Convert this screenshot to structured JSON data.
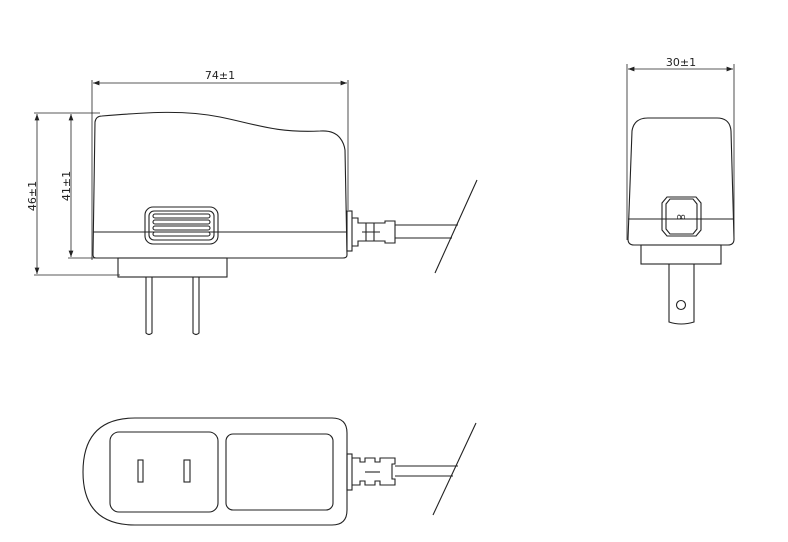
{
  "side_view": {
    "width_dim": "74±1",
    "height_dim_total": "46±1",
    "height_dim_body": "41±1"
  },
  "front_view": {
    "width_dim": "30±1"
  },
  "colors": {
    "line": "#222222",
    "background": "#ffffff"
  }
}
